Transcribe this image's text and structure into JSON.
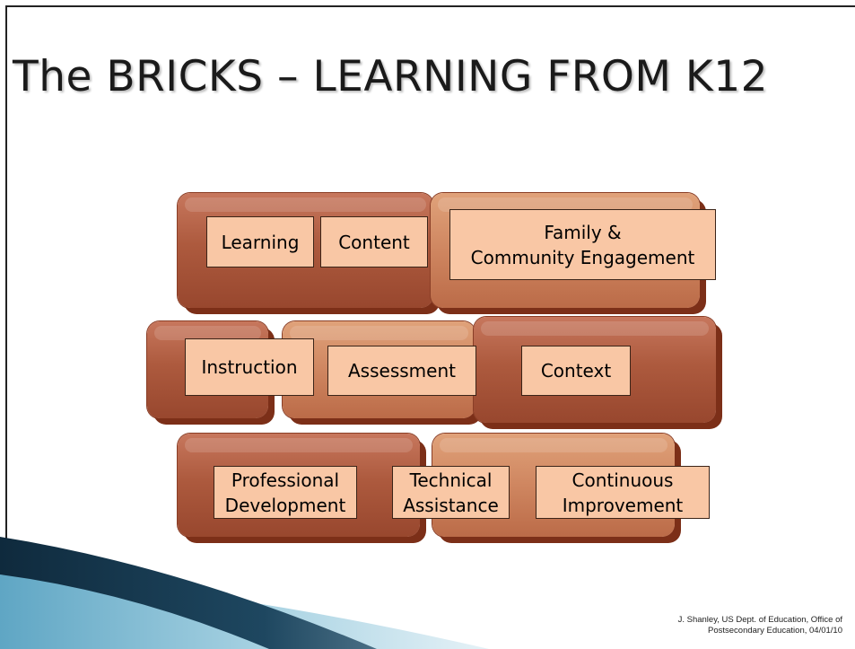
{
  "slide": {
    "title": "The BRICKS – LEARNING FROM K12",
    "credit": "J. Shanley, US Dept. of Education, Office of\nPostsecondary Education, 04/01/10"
  },
  "bricks": {
    "learning": "Learning",
    "content": "Content",
    "family": "Family &\nCommunity Engagement",
    "instruction": "Instruction",
    "assessment": "Assessment",
    "context": "Context",
    "professional": "Professional\nDevelopment",
    "technical": "Technical\nAssistance",
    "continuous": "Continuous\nImprovement"
  },
  "colors": {
    "brick": "#ad5a3e",
    "brick_light": "#cf8660",
    "label_fill": "#f9c7a5",
    "swoosh_dark": "#173a52",
    "swoosh_light": "#8ec3d8"
  }
}
